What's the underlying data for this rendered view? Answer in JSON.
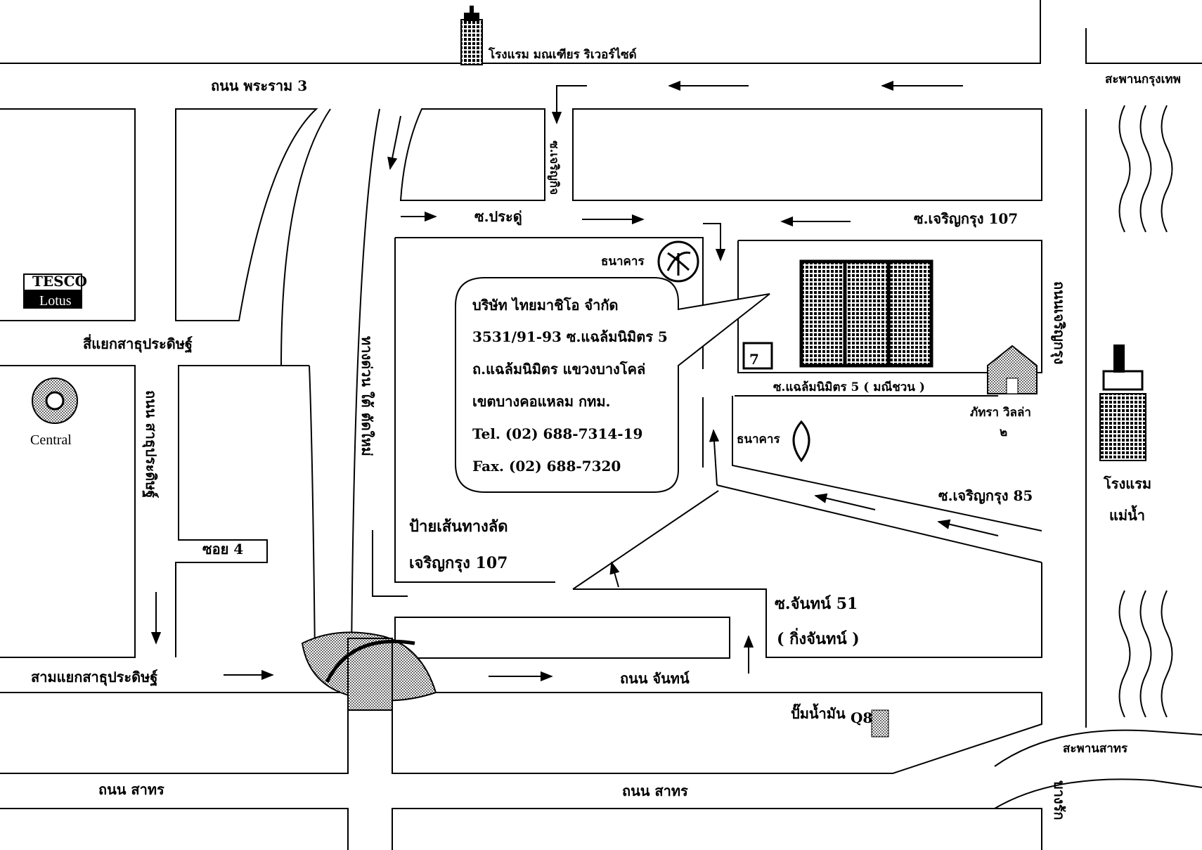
{
  "labels": {
    "hotel_top": "โรงแรม มณเฑียร ริเวอร์ไซด์",
    "rama3": "ถนน พระราม 3",
    "krungthep_bridge": "สะพานกรุงเทพ",
    "soi_charoen_kit": "ซ.เจริญกิจ",
    "soi_pradu": "ซ.ประดู่",
    "soi_charoenkrung107": "ซ.เจริญกรุง 107",
    "bank_top": "ธนาคาร",
    "charoenkrung_rd": "ถนนเจริญกรุง",
    "four_way_sathu": "สี่แยกสาธุประดิษฐ์",
    "sathupradit_rd": "ถนน สาธุประดิษฐ์",
    "expressway": "ทางด่วน ใต้ ตัดใหม่",
    "soi_chaloem5": "ซ.แฉล้มนิมิตร 5 ( มณีชวน )",
    "phatthra": "ภัทรา  วิลล่า",
    "phatthra_num": "๒",
    "bank_mid": "ธนาคาร",
    "soi_charoenkrung85": "ซ.เจริญกรุง  85",
    "hotel_right_1": "โรงแรม",
    "hotel_right_2": "แม่น้ำ",
    "shortcut_1": "ป้ายเส้นทางลัด",
    "shortcut_2": "เจริญกรุง 107",
    "soi4": "ซอย 4",
    "soi_chan51": "ซ.จันทน์ 51",
    "soi_chan51_sub": "( กิ่งจันทน์ )",
    "three_way_sathu": "สามแยกสาธุประดิษฐ์",
    "chan_rd": "ถนน จันทน์",
    "gas_station": "ปั๊มน้ำมัน",
    "q8": "Q8",
    "sathon_bridge": "สะพานสาทร",
    "sathon_rd_left": "ถนน สาทร",
    "sathon_rd_mid": "ถนน สาทร",
    "bangrak": "บางรัก",
    "tesco": "TESCO",
    "lotus": "Lotus",
    "central": "Central",
    "seven": "7"
  },
  "callout": {
    "company": "บริษัท  ไทยมาชิโอ  จำกัด",
    "address1": "3531/91-93  ซ.แฉล้มนิมิตร 5",
    "address2": "ถ.แฉล้มนิมิตร  แขวงบางโคล่",
    "address3": "เขตบางคอแหลม  กทม.",
    "tel": "Tel.  (02) 688-7314-19",
    "fax": "Fax. (02) 688-7320"
  },
  "icons": [
    "hotel-tower-icon",
    "bank-kbank-icon",
    "bank-scb-icon",
    "seven-eleven-icon",
    "tesco-lotus-logo",
    "central-logo",
    "building-icon",
    "house-icon",
    "q8-gas-icon",
    "interchange-icon",
    "river-waves-icon"
  ]
}
